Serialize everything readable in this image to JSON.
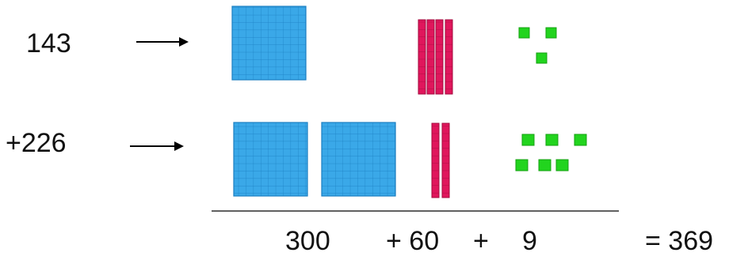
{
  "rows": [
    {
      "addend": "143",
      "hundreds": 1,
      "tens": 4,
      "ones": 3
    },
    {
      "addend": "+226",
      "hundreds": 2,
      "tens": 2,
      "ones": 6
    }
  ],
  "result": {
    "hundreds": "300",
    "plus_tens": "+ 60",
    "plus_sign": "+",
    "ones": "9",
    "total": "= 369"
  },
  "colors": {
    "hundreds_block": "#3aa8e8",
    "tens_rod": "#e0165c",
    "ones_cube": "#22d41e",
    "arrow": "#000000",
    "rule": "#000000"
  },
  "icons": [
    "hundreds-flat",
    "tens-rod",
    "ones-cube",
    "right-arrow"
  ]
}
